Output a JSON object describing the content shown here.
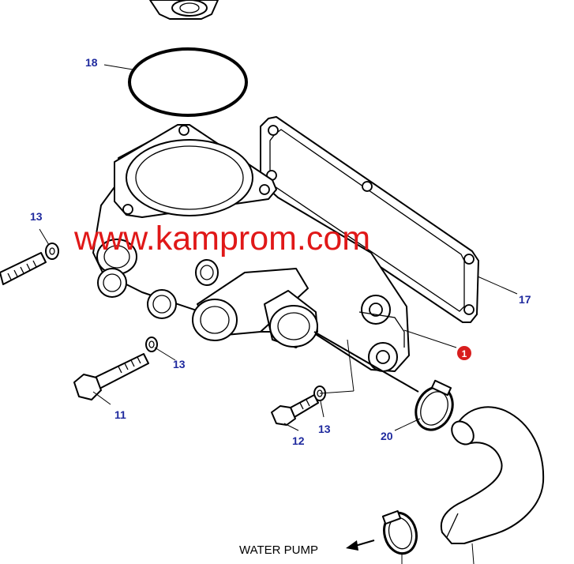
{
  "watermark": "www.kamprom.com",
  "callouts": {
    "c18": "18",
    "c17": "17",
    "c13_top": "13",
    "c13_mid": "13",
    "c13_low": "13",
    "c11": "11",
    "c12": "12",
    "c20": "20",
    "c1": "1"
  },
  "caption": "WATER PUMP",
  "colors": {
    "callout": "#1f2a9e",
    "watermark": "#e01818",
    "highlight": "#d81e1e"
  }
}
